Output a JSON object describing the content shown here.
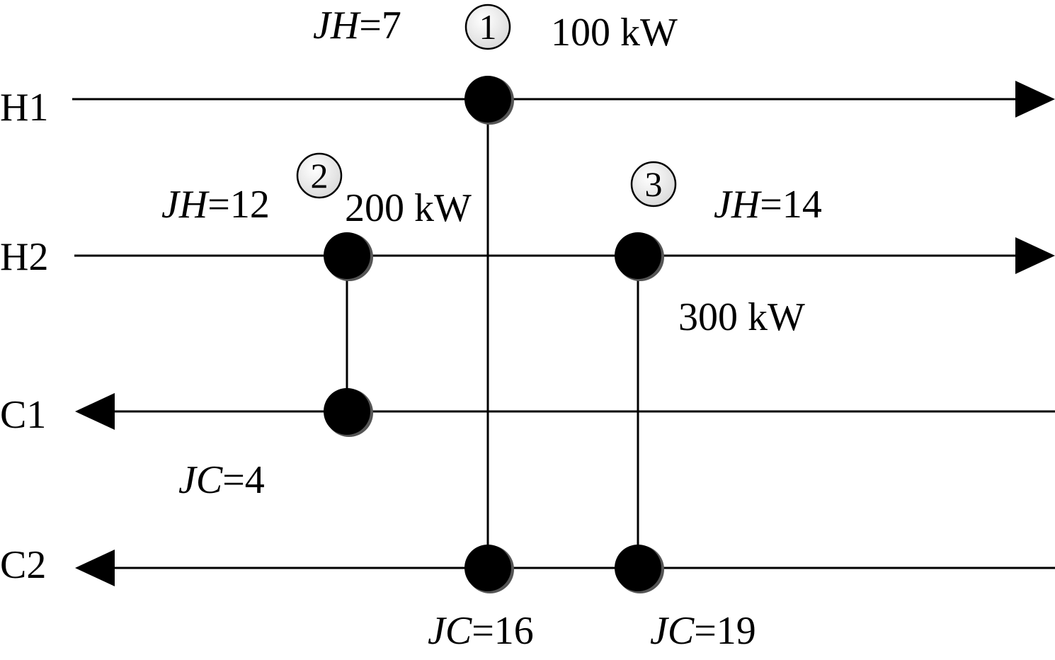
{
  "streams": [
    {
      "id": "H1",
      "label": "H1"
    },
    {
      "id": "H2",
      "label": "H2"
    },
    {
      "id": "C1",
      "label": "C1"
    },
    {
      "id": "C2",
      "label": "C2"
    }
  ],
  "exchangers": [
    {
      "id": "1",
      "number": "1",
      "duty": "100 kW",
      "hot_stream": "H1",
      "cold_stream": "C2"
    },
    {
      "id": "2",
      "number": "2",
      "duty": "200 kW",
      "hot_stream": "H2",
      "cold_stream": "C1"
    },
    {
      "id": "3",
      "number": "3",
      "duty": "300 kW",
      "hot_stream": "H2",
      "cold_stream": "C2"
    }
  ],
  "annotations": {
    "jh1": {
      "var": "JH",
      "value": "=7"
    },
    "jh2": {
      "var": "JH",
      "value": "=12"
    },
    "jh3": {
      "var": "JH",
      "value": "=14"
    },
    "jc1": {
      "var": "JC",
      "value": "=4"
    },
    "jc2": {
      "var": "JC",
      "value": "=16"
    },
    "jc3": {
      "var": "JC",
      "value": "=19"
    }
  },
  "colors": {
    "line": "#000000",
    "node": "#000000",
    "badge_fill": "#f2f2f2"
  }
}
